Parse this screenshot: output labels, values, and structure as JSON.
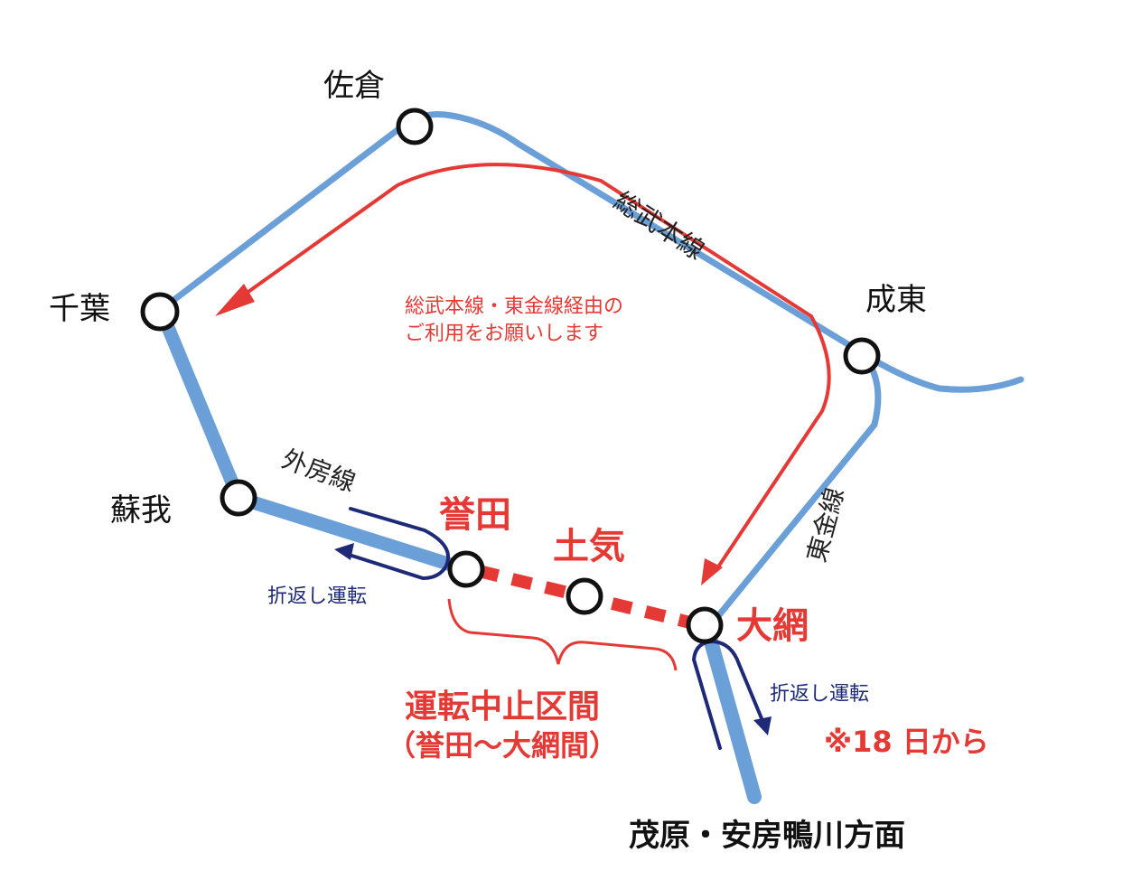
{
  "stations": {
    "sakura": "佐倉",
    "chiba": "千葉",
    "soga": "蘇我",
    "naruto": "成東",
    "honda": "誉田",
    "toke": "土気",
    "oami": "大網"
  },
  "lines": {
    "sobu": "総武本線",
    "togane": "東金線",
    "sotobo": "外房線"
  },
  "detour_note": {
    "line1": "総武本線・東金線経由の",
    "line2": "ご利用をお願いします"
  },
  "turnback_label": "折返し運転",
  "closed_section": {
    "title": "運転中止区間",
    "range": "（誉田～大網間）"
  },
  "start_note": "※18 日から",
  "direction": "茂原・安房鴨川方面",
  "colors": {
    "line": "#6a9fd8",
    "detour": "#e53935",
    "turnback": "#1e2a78",
    "closed": "#e53935"
  }
}
